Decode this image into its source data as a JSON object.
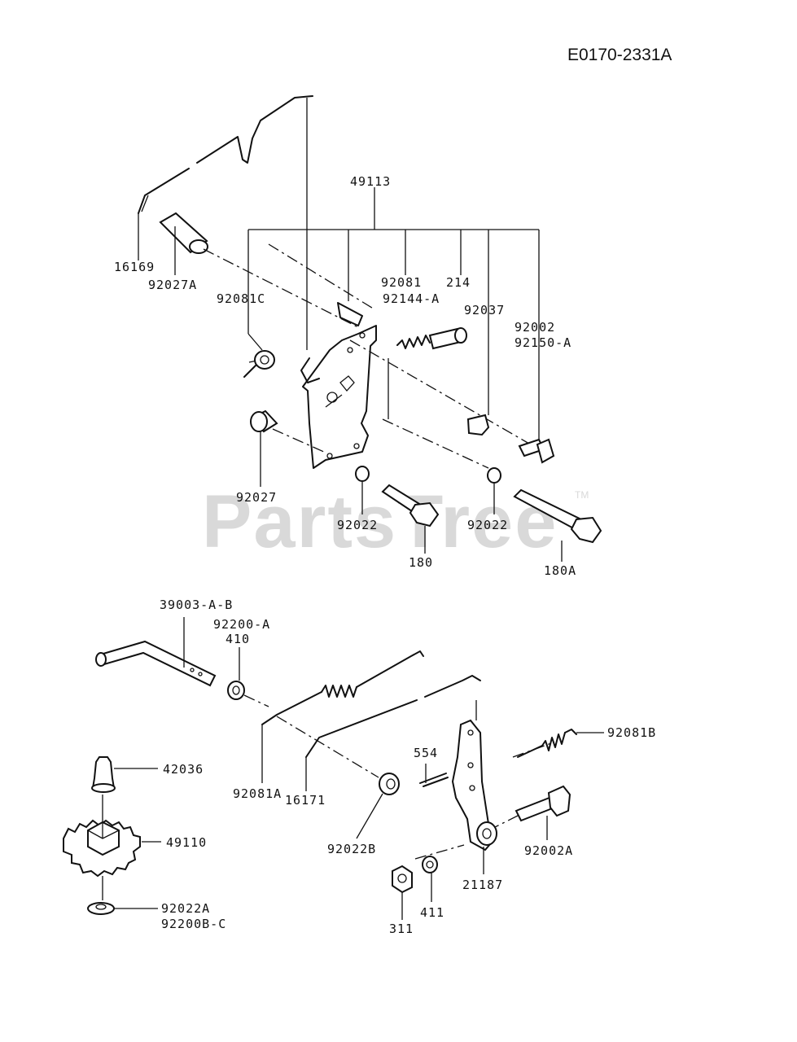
{
  "diagram": {
    "code": "E0170-2331A",
    "watermark": "PartsTree",
    "trademark": "TM",
    "labels": {
      "l49113": "49113",
      "l16169": "16169",
      "l92027A": "92027A",
      "l92081C": "92081C",
      "l92081": "92081",
      "l214": "214",
      "l92144A": "92144-A",
      "l92037": "92037",
      "l92002": "92002",
      "l92150A": "92150-A",
      "l92027": "92027",
      "l92022a": "92022",
      "l92022b": "92022",
      "l180": "180",
      "l180A": "180A",
      "l39003": "39003-A-B",
      "l92200A": "92200-A",
      "l410": "410",
      "l92081B": "92081B",
      "l42036": "42036",
      "l554": "554",
      "l92081A": "92081A",
      "l16171": "16171",
      "l49110": "49110",
      "l92022B": "92022B",
      "l92002A": "92002A",
      "l21187": "21187",
      "l411": "411",
      "l311": "311",
      "l92022A": "92022A",
      "l92200BC": "92200B-C"
    }
  }
}
